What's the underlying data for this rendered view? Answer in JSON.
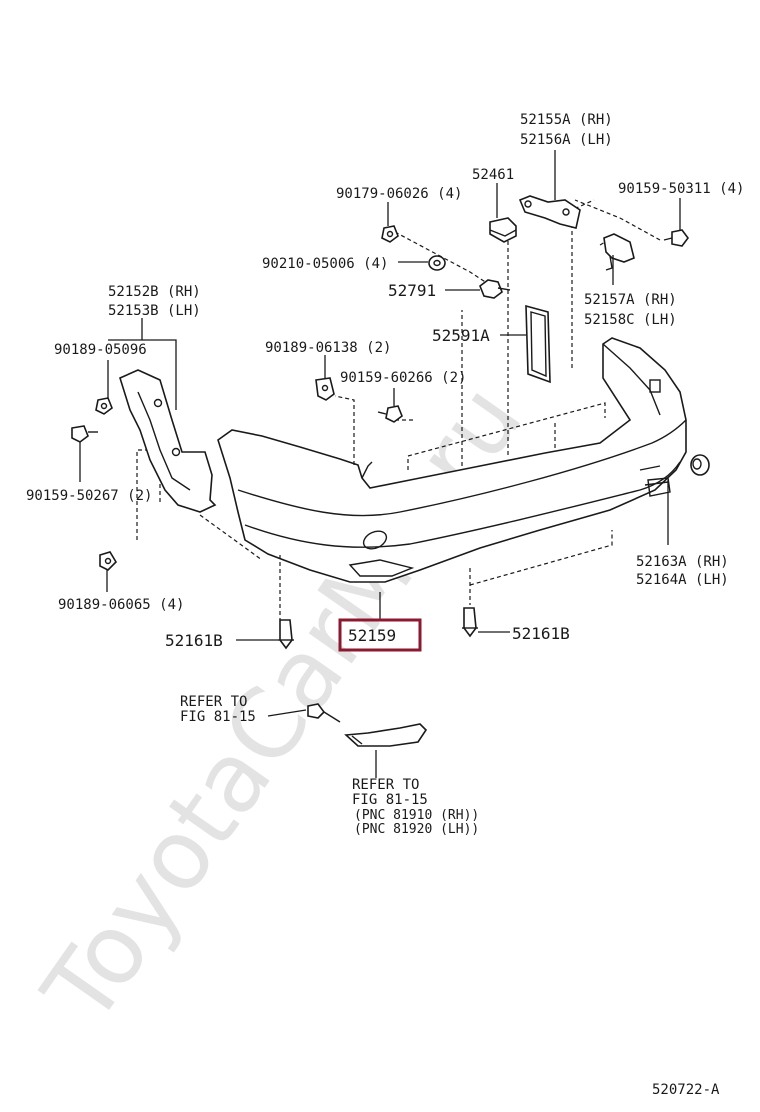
{
  "watermark": "ToyotaCarMir.ru",
  "diagram_code": "520722-A",
  "highlight_color": "#8b1a2f",
  "parts": {
    "p52155": [
      "52155A (RH)",
      "52156A (LH)"
    ],
    "p52461": "52461",
    "p90159_50311": "90159-50311 (4)",
    "p90179": "90179-06026 (4)",
    "p90210": "90210-05006 (4)",
    "p52791": "52791",
    "p52157": [
      "52157A (RH)",
      "52158C (LH)"
    ],
    "p52591": "52591A",
    "p52152": [
      "52152B (RH)",
      "52153B (LH)"
    ],
    "p90189_05096": "90189-05096",
    "p90189_06138": "90189-06138 (2)",
    "p90159_60266": "90159-60266 (2)",
    "p90159_50267": "90159-50267 (2)",
    "p90189_06065": "90189-06065 (4)",
    "p52163": [
      "52163A (RH)",
      "52164A (LH)"
    ],
    "p52161_left": "52161B",
    "p52161_right": "52161B",
    "p52159": "52159"
  },
  "refer1": [
    "REFER TO",
    "FIG 81-15"
  ],
  "refer2": [
    "REFER TO",
    "FIG 81-15",
    "(PNC 81910 (RH))",
    "(PNC 81920 (LH))"
  ]
}
